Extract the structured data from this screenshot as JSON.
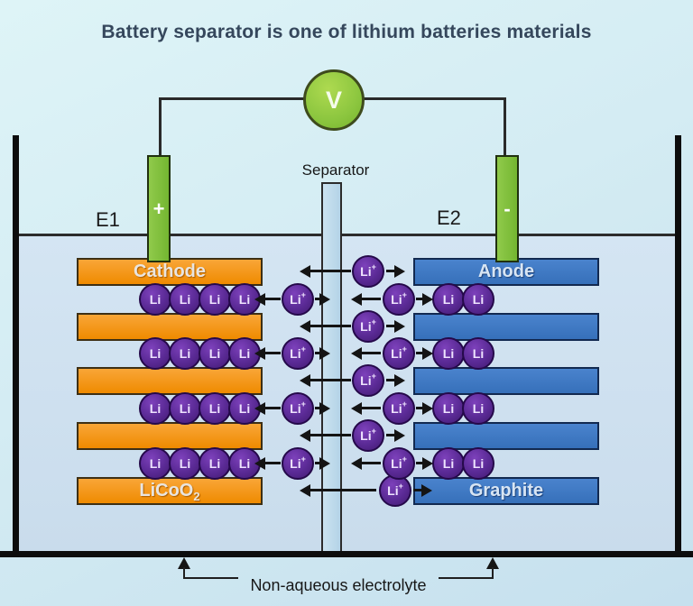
{
  "title": "Battery separator is one of lithium batteries materials",
  "meter": {
    "label": "V"
  },
  "electrodes": {
    "left_terminal": "E1",
    "right_terminal": "E2",
    "left_sign": "+",
    "right_sign": "-"
  },
  "separator": {
    "label": "Separator"
  },
  "cathode": {
    "label": "Cathode",
    "material": "LiCoO",
    "material_subscript": "2"
  },
  "anode": {
    "label": "Anode",
    "material": "Graphite"
  },
  "ions": {
    "li": "Li",
    "li_plus_base": "Li",
    "li_plus_sup": "+"
  },
  "electrolyte": {
    "label": "Non-aqueous electrolyte"
  },
  "colors": {
    "background": "#D6EEF5",
    "liquid": "#CFE0EF",
    "cathode_bar": "#F6921E",
    "anode_bar": "#3D78C4",
    "electrode_green": "#83C341",
    "meter_green": "#8CC63F",
    "ion_purple": "#54278D",
    "separator_fill": "#BCD8EA",
    "title_text": "#35475C",
    "line_black": "#141414"
  }
}
